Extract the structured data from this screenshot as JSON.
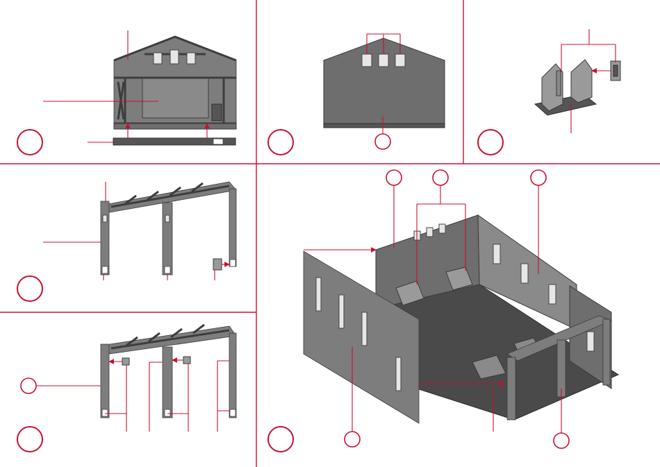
{
  "diagram": {
    "panels": [
      {
        "id": "panel-1"
      },
      {
        "id": "panel-2"
      },
      {
        "id": "panel-3"
      },
      {
        "id": "panel-4"
      },
      {
        "id": "panel-5"
      },
      {
        "id": "panel-6"
      }
    ],
    "colors": {
      "accent": "#c8102e",
      "part_gray": "#6e6e6e",
      "floor_dark": "#4a4a4a",
      "window_white": "#e6e6e6"
    }
  }
}
